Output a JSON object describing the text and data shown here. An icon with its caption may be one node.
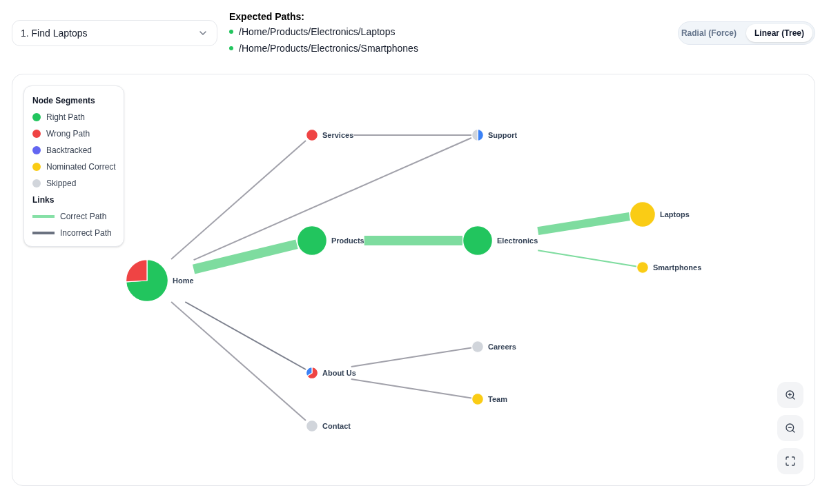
{
  "diagram": {
    "nodes": [
      {
        "text": [
          "Home"
        ]
      },
      {
        "text": [
          "Products"
        ]
      },
      {
        "text": [
          "Electronics"
        ]
      },
      {
        "text": [
          "Laptops"
        ]
      },
      {
        "text": [
          "Smartphones"
        ]
      },
      {
        "text": [
          "Services"
        ]
      },
      {
        "text": [
          "Support"
        ]
      },
      {
        "text": [
          "About Us"
        ]
      },
      {
        "text": [
          "Careers"
        ]
      },
      {
        "text": [
          "Team"
        ]
      },
      {
        "text": [
          "Contact"
        ]
      }
    ],
    "edges": [
      {
        "from": 0,
        "to": 1,
        "arrow": "none",
        "style": "thick",
        "color": "#7edc9f"
      },
      {
        "from": 1,
        "to": 2,
        "arrow": "none",
        "style": "thick",
        "color": "#7edc9f"
      },
      {
        "from": 2,
        "to": 3,
        "arrow": "none",
        "style": "thick",
        "color": "#7edc9f"
      },
      {
        "from": 2,
        "to": 4,
        "arrow": "none",
        "color": "#7edc9f"
      },
      {
        "from": 0,
        "to": 5,
        "arrow": "none"
      },
      {
        "from": 5,
        "to": 6,
        "arrow": "none"
      },
      {
        "from": 0,
        "to": 6,
        "arrow": "none"
      },
      {
        "from": 0,
        "to": 7,
        "arrow": "none",
        "color": "#7d818e"
      },
      {
        "from": 7,
        "to": 8,
        "arrow": "none"
      },
      {
        "from": 7,
        "to": 9,
        "arrow": "none"
      },
      {
        "from": 0,
        "to": 10,
        "arrow": "none"
      }
    ],
    "labels": [
      "1. Find Laptops",
      "Expected Paths:",
      "/Home/Products/Electronics/Laptops",
      "/Home/Products/Electronics/Smartphones",
      "Radial (Force)",
      "Linear (Tree)",
      "Node Segments",
      "Links"
    ],
    "legend": [
      {
        "text": "Right Path",
        "color": "#22c55e"
      },
      {
        "text": "Wrong Path",
        "color": "#ef4444"
      },
      {
        "text": "Backtracked",
        "color": "#6366f1"
      },
      {
        "text": "Nominated Correct",
        "color": "#facc15"
      },
      {
        "text": "Skipped",
        "color": "#d1d5db"
      },
      {
        "text": "Correct Path"
      },
      {
        "text": "Incorrect Path"
      }
    ]
  }
}
